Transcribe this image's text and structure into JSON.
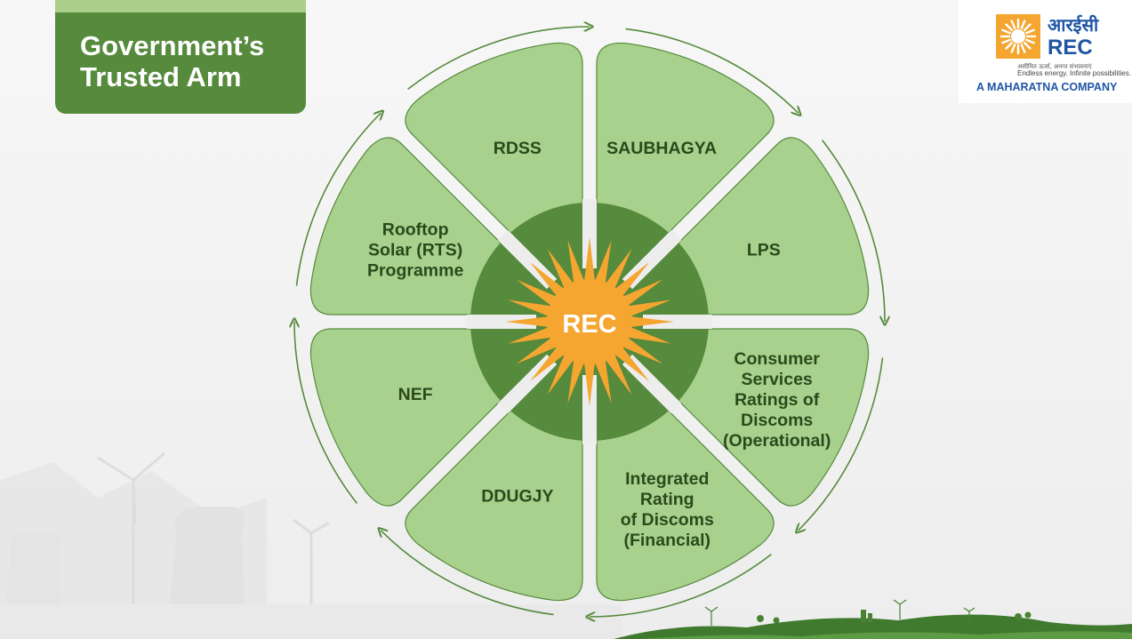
{
  "title": "Government’s Trusted Arm",
  "logo": {
    "hindi": "आरईसी",
    "name": "REC",
    "tagline_hindi": "असीमित ऊर्जा, अनन्त संभावनाएं",
    "tagline": "Endless energy. Infinite possibilities.",
    "subtitle": "A MAHARATNA COMPANY"
  },
  "center": "REC",
  "segments": [
    {
      "label": [
        "RDSS"
      ]
    },
    {
      "label": [
        "SAUBHAGYA"
      ]
    },
    {
      "label": [
        "LPS"
      ]
    },
    {
      "label": [
        "Consumer",
        "Services",
        "Ratings of",
        "Discoms",
        "(Operational)"
      ]
    },
    {
      "label": [
        "Integrated",
        "Rating",
        "of Discoms",
        "(Financial)"
      ]
    },
    {
      "label": [
        "DDUGJY"
      ]
    },
    {
      "label": [
        "NEF"
      ]
    },
    {
      "label": [
        "Rooftop",
        "Solar (RTS)",
        "Programme"
      ]
    }
  ],
  "colors": {
    "segment": "#a9d18e",
    "segment_stroke": "#568a3c",
    "inner": "#568a3c",
    "sun": "#f5a630",
    "arrow": "#568a3c"
  }
}
